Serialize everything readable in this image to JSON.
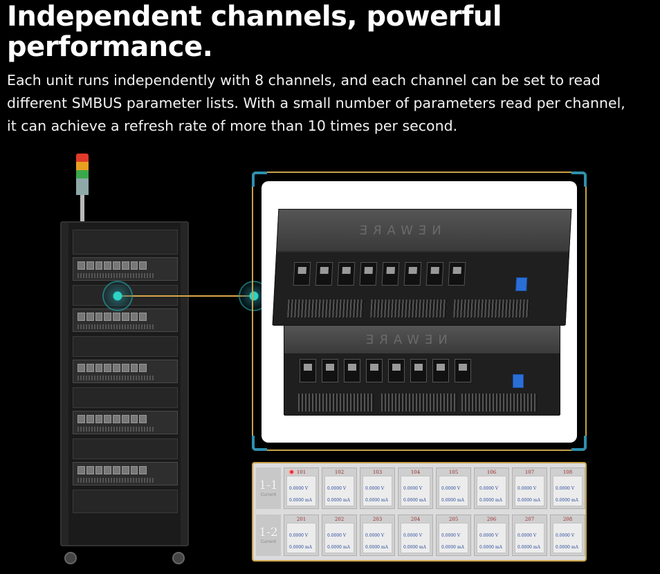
{
  "headline": {
    "line1": "Independent channels, powerful",
    "line2": "performance."
  },
  "description": {
    "line1": "Each unit runs independently with 8 channels, and each channel can be set to read",
    "line2": "different SMBUS parameter lists. With a small number of parameters read per channel,",
    "line3": "it can achieve a refresh rate of more than 10 times per second."
  },
  "device_logo": "NEWARE",
  "colors": {
    "accent_gold": "#c9a24a",
    "accent_teal": "#2dd4c4",
    "frame_corner": "#2f8fae",
    "tower": [
      "#e03a2a",
      "#e8a020",
      "#3aa84a",
      "#8fa8a8"
    ]
  },
  "panel": {
    "rows": [
      {
        "label": "1-1",
        "sub": "Current",
        "cells": [
          {
            "id": "101",
            "voltage": "0.0000 V",
            "current": "0.0000 mA"
          },
          {
            "id": "102",
            "voltage": "0.0000 V",
            "current": "0.0000 mA"
          },
          {
            "id": "103",
            "voltage": "0.0000 V",
            "current": "0.0000 mA"
          },
          {
            "id": "104",
            "voltage": "0.0000 V",
            "current": "0.0000 mA"
          },
          {
            "id": "105",
            "voltage": "0.0000 V",
            "current": "0.0000 mA"
          },
          {
            "id": "106",
            "voltage": "0.0000 V",
            "current": "0.0000 mA"
          },
          {
            "id": "107",
            "voltage": "0.0000 V",
            "current": "0.0000 mA"
          },
          {
            "id": "108",
            "voltage": "0.0000 V",
            "current": "0.0000 mA"
          }
        ]
      },
      {
        "label": "1-2",
        "sub": "Current",
        "cells": [
          {
            "id": "201",
            "voltage": "0.0000 V",
            "current": "0.0000 mA"
          },
          {
            "id": "202",
            "voltage": "0.0000 V",
            "current": "0.0000 mA"
          },
          {
            "id": "203",
            "voltage": "0.0000 V",
            "current": "0.0000 mA"
          },
          {
            "id": "204",
            "voltage": "0.0000 V",
            "current": "0.0000 mA"
          },
          {
            "id": "205",
            "voltage": "0.0000 V",
            "current": "0.0000 mA"
          },
          {
            "id": "206",
            "voltage": "0.0000 V",
            "current": "0.0000 mA"
          },
          {
            "id": "207",
            "voltage": "0.0000 V",
            "current": "0.0000 mA"
          },
          {
            "id": "208",
            "voltage": "0.0000 V",
            "current": "0.0000 mA"
          }
        ]
      }
    ]
  }
}
